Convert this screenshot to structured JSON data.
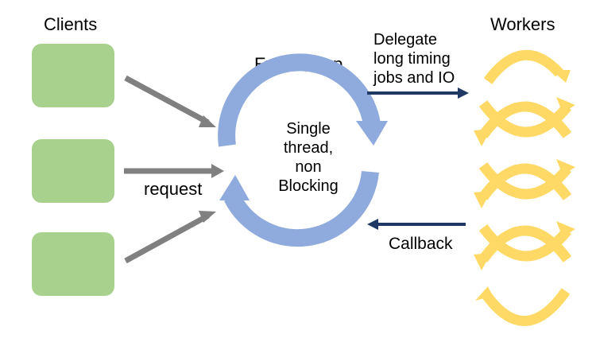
{
  "clients": {
    "title": "Clients",
    "count": 3,
    "box_color": "#a9d18e",
    "request_label": "request"
  },
  "event_loop": {
    "title": "Event Loop",
    "center_lines": [
      "Single",
      "thread,",
      "non",
      "Blocking"
    ],
    "color": "#8faadc"
  },
  "delegate": {
    "lines": [
      "Delegate",
      "long timing",
      "jobs and IO"
    ],
    "arrow_color": "#1f3864"
  },
  "callback": {
    "label": "Callback",
    "arrow_color": "#1f3864"
  },
  "workers": {
    "title": "Workers",
    "color": "#ffd966"
  },
  "request_arrow_color": "#808080"
}
